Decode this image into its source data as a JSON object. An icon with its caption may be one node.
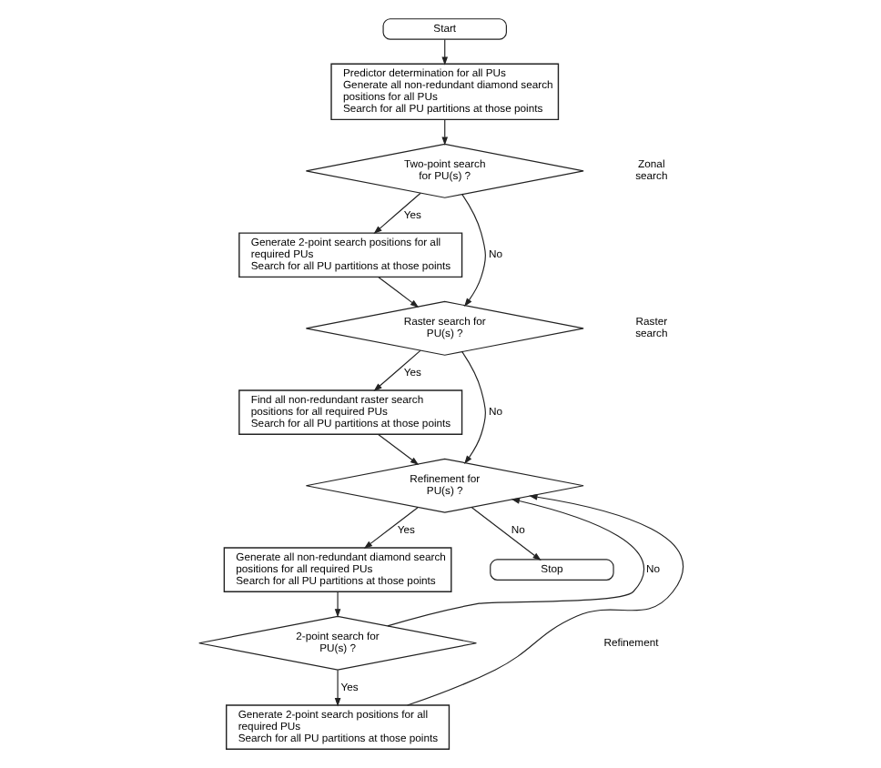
{
  "diagram": {
    "nodes": [
      {
        "text": [
          "Start"
        ]
      },
      {
        "text": [
          "Predictor determination for all PUs",
          "Generate all non-redundant diamond search positions for all PUs",
          "Search for all PU partitions at those points"
        ]
      },
      {
        "text": [
          "Two-point search for PU(s) ?"
        ]
      },
      {
        "text": [
          "Generate 2-point search positions for all required PUs",
          "Search for all PU partitions at those points"
        ]
      },
      {
        "text": [
          "Raster search for PU(s) ?"
        ]
      },
      {
        "text": [
          "Find all non-redundant raster search positions for all required PUs",
          "Search for all PU partitions at those points"
        ]
      },
      {
        "text": [
          "Refinement for PU(s) ?"
        ]
      },
      {
        "text": [
          "Generate all non-redundant diamond search positions for all required PUs",
          "Search for all PU partitions at those points"
        ]
      },
      {
        "text": [
          "2-point search for PU(s) ?"
        ]
      },
      {
        "text": [
          "Generate 2-point search positions for all required PUs",
          "Search for all PU partitions at those points"
        ]
      },
      {
        "text": [
          "Stop"
        ]
      }
    ],
    "edges": [
      {
        "from": 0,
        "to": 1,
        "arrow": "to"
      },
      {
        "from": 1,
        "to": 2,
        "arrow": "to"
      },
      {
        "from": 2,
        "to": 3,
        "arrow": "to",
        "label": "Yes"
      },
      {
        "from": 2,
        "to": 4,
        "arrow": "to",
        "label": "No"
      },
      {
        "from": 3,
        "to": 4,
        "arrow": "to"
      },
      {
        "from": 4,
        "to": 5,
        "arrow": "to",
        "label": "Yes"
      },
      {
        "from": 4,
        "to": 6,
        "arrow": "to",
        "label": "No"
      },
      {
        "from": 5,
        "to": 6,
        "arrow": "to"
      },
      {
        "from": 6,
        "to": 7,
        "arrow": "to",
        "label": "Yes"
      },
      {
        "from": 6,
        "to": 10,
        "arrow": "to",
        "label": "No"
      },
      {
        "from": 7,
        "to": 8,
        "arrow": "to"
      },
      {
        "from": 8,
        "to": 9,
        "arrow": "to",
        "label": "Yes"
      },
      {
        "from": 8,
        "to": 6,
        "arrow": "to",
        "label": "No"
      },
      {
        "from": 9,
        "to": 6,
        "arrow": "to"
      }
    ],
    "labels": [
      "Zonal search",
      "Raster search",
      "Refinement"
    ]
  }
}
